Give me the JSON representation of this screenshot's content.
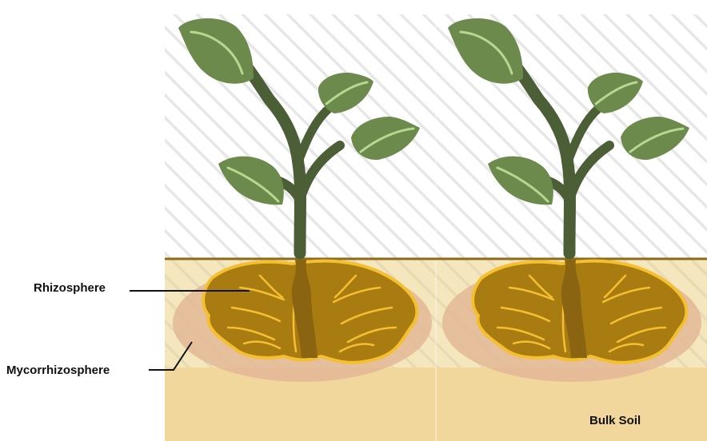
{
  "labels": {
    "rhizosphere": "Rhizosphere",
    "mycorrhizosphere": "Mycorrhizosphere",
    "bulk_soil": "Bulk Soil"
  },
  "colors": {
    "sky_stripe": "#e7e7e7",
    "soil_band": "#f2e1ae",
    "bulk_soil": "#f1d79b",
    "surface_line": "#8e6a1a",
    "myco_zone": "#e3b796",
    "root_fill": "#a97c12",
    "root_outline": "#f4c030",
    "stem": "#4b5e36",
    "leaf": "#6b8a4b",
    "leaf_vein": "#b6d890",
    "leader_line": "#111111"
  }
}
